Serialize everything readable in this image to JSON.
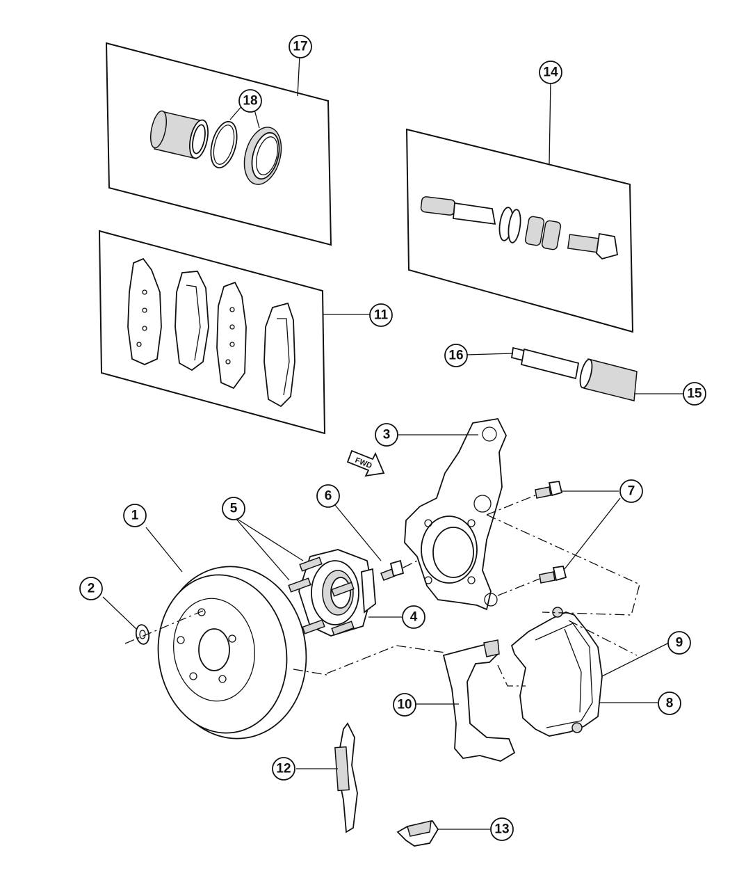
{
  "callouts": [
    {
      "id": "c1",
      "label": "1"
    },
    {
      "id": "c2",
      "label": "2"
    },
    {
      "id": "c3",
      "label": "3"
    },
    {
      "id": "c4",
      "label": "4"
    },
    {
      "id": "c5",
      "label": "5"
    },
    {
      "id": "c6",
      "label": "6"
    },
    {
      "id": "c7",
      "label": "7"
    },
    {
      "id": "c8",
      "label": "8"
    },
    {
      "id": "c9",
      "label": "9"
    },
    {
      "id": "c10",
      "label": "10"
    },
    {
      "id": "c11",
      "label": "11"
    },
    {
      "id": "c12",
      "label": "12"
    },
    {
      "id": "c13",
      "label": "13"
    },
    {
      "id": "c14",
      "label": "14"
    },
    {
      "id": "c15",
      "label": "15"
    },
    {
      "id": "c16",
      "label": "16"
    },
    {
      "id": "c17",
      "label": "17"
    },
    {
      "id": "c18",
      "label": "18"
    }
  ],
  "fwd_arrow": {
    "label": "FWD"
  }
}
